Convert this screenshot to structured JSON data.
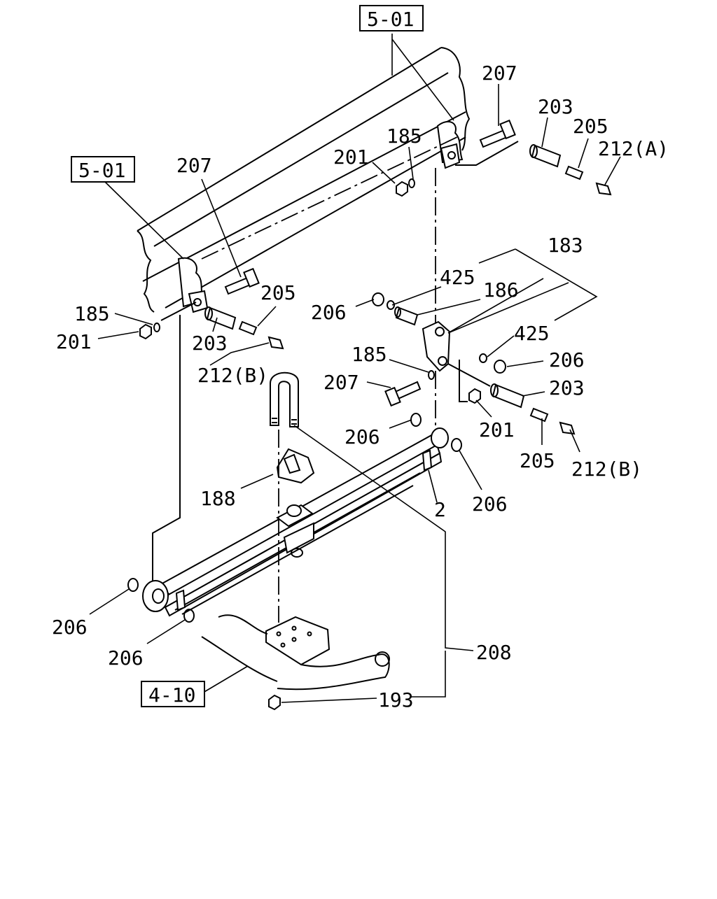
{
  "figure": {
    "refs": {
      "frame_top": "5-01",
      "frame_left": "5-01",
      "axle": "4-10"
    },
    "labels": {
      "p207_top": "207",
      "p203_top": "203",
      "p205_top": "205",
      "p212a": "212(A)",
      "p185_top": "185",
      "p201_top": "201",
      "p207_left": "207",
      "p183": "183",
      "p425_a": "425",
      "p186": "186",
      "p206_a": "206",
      "p185_left": "185",
      "p205_left": "205",
      "p201_left": "201",
      "p203_left": "203",
      "p212b_left": "212(B)",
      "p425_b": "425",
      "p185_mid": "185",
      "p206_b": "206",
      "p207_mid": "207",
      "p203_right": "203",
      "p206_c": "206",
      "p201_right": "201",
      "p205_right": "205",
      "p212b_right": "212(B)",
      "p188": "188",
      "p2": "2",
      "p206_d": "206",
      "p206_e": "206",
      "p206_f": "206",
      "p208": "208",
      "p193": "193"
    }
  }
}
